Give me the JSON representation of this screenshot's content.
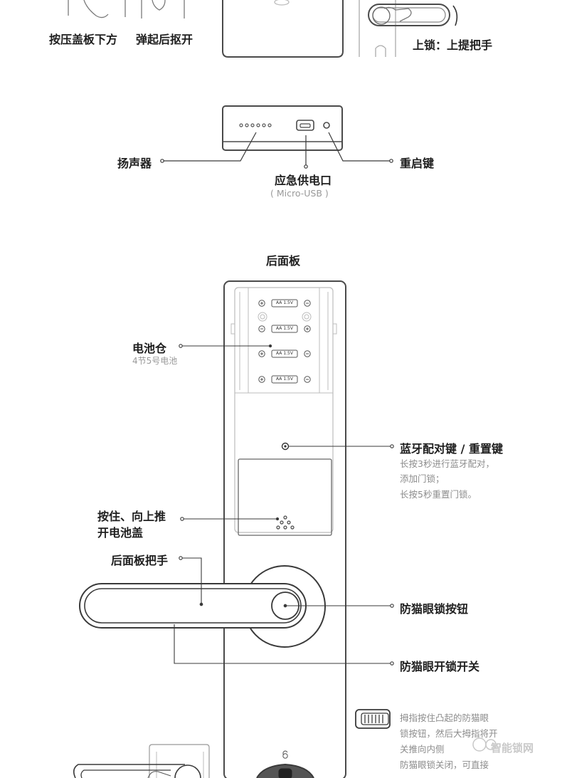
{
  "top": {
    "step1": "按压盖板下方",
    "step2": "弹起后抠开",
    "step3": "上锁：上提把手"
  },
  "power_box": {
    "speaker": "扬声器",
    "emergency": "应急供电口",
    "emergency_sub": "( Micro-USB )",
    "reset": "重启键"
  },
  "rear": {
    "title": "后面板",
    "battery_label": "电池仓",
    "battery_sub": "4节5号电池",
    "battery_cell": "AA 1.5V",
    "bt_label": "蓝牙配对键 / 重置键",
    "bt_notes": [
      "长按3秒进行蓝牙配对，",
      "添加门锁；",
      "长按5秒重置门锁。"
    ],
    "cover_label_1": "按住、向上推",
    "cover_label_2": "开电池盖",
    "handle_label": "后面板把手",
    "peephole_button": "防猫眼锁按钮",
    "peephole_switch": "防猫眼开锁开关",
    "bottom_notes": [
      "拇指按住凸起的防猫眼",
      "锁按钮，然后大拇指将开",
      "关推向内侧",
      "防猫眼锁关闭，可直接"
    ],
    "watermark": "智能锁网"
  },
  "colors": {
    "line": "#3a3a3a",
    "device": "#4a4a4a",
    "light_line": "#bdbdbd",
    "text_dim": "#8c8c8c"
  }
}
